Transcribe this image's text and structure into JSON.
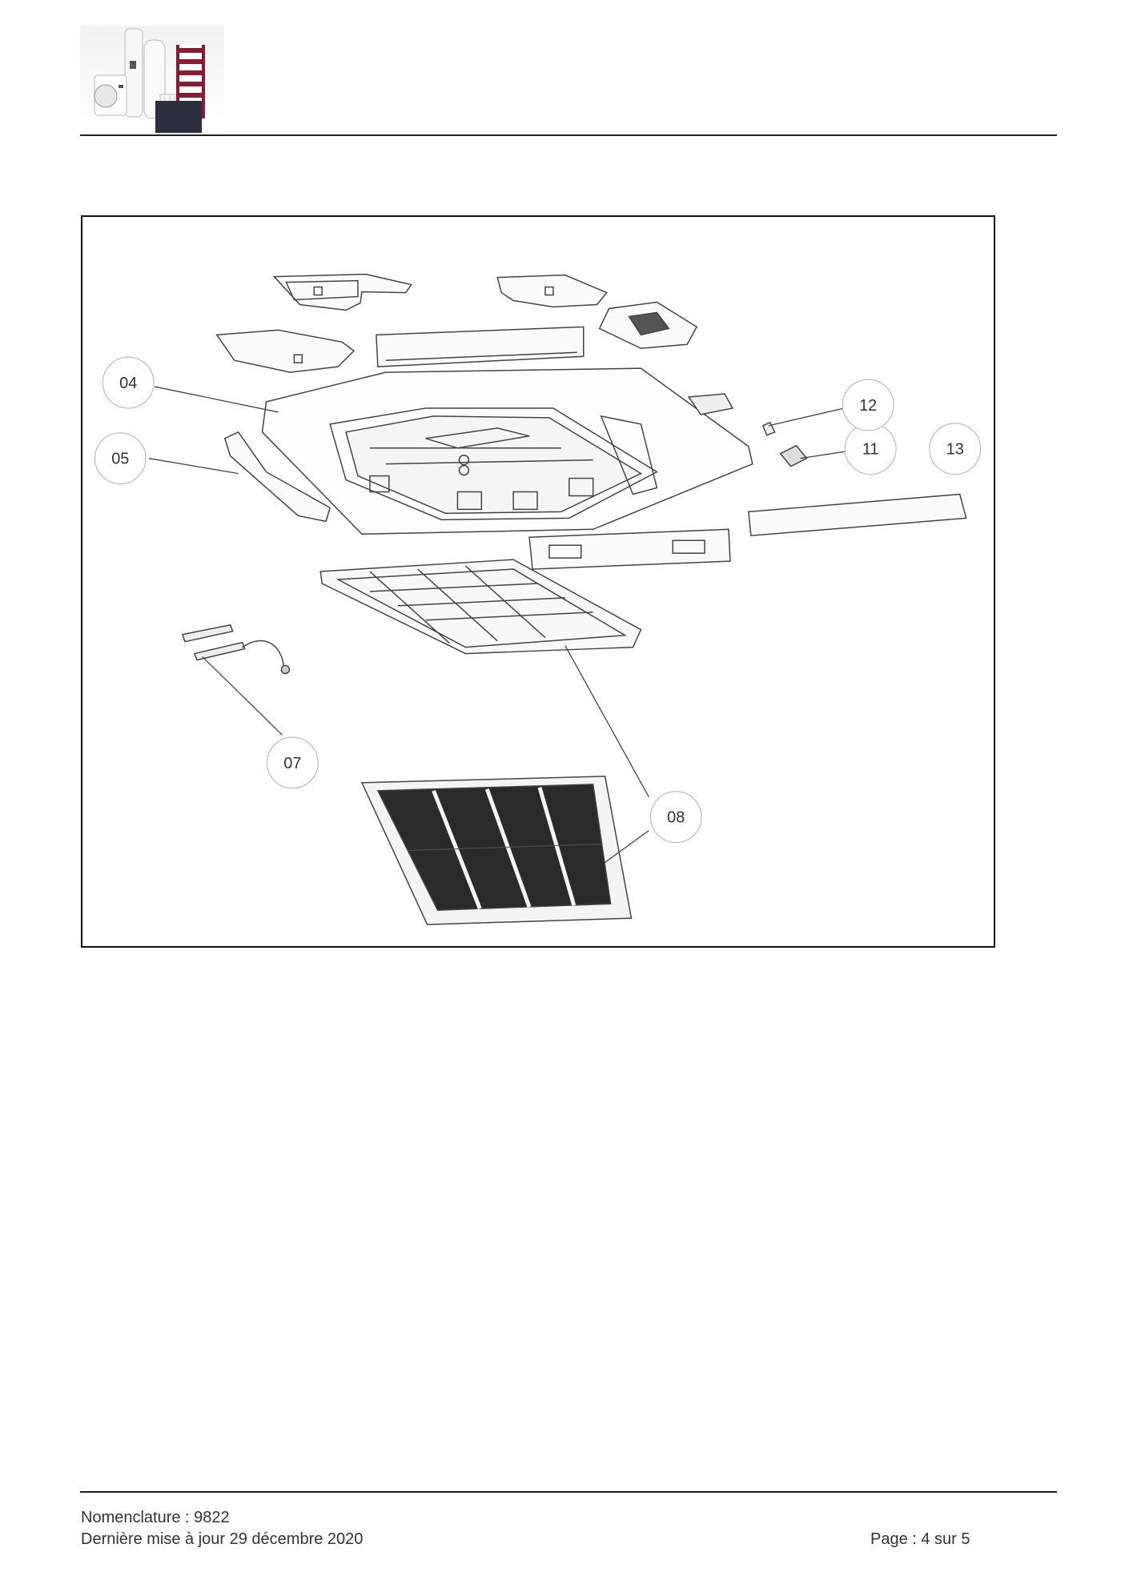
{
  "header": {
    "logo_icon": "product-range-logo",
    "brand_color": "#8b1a32"
  },
  "diagram": {
    "callouts": [
      "04",
      "05",
      "07",
      "08",
      "11",
      "12",
      "13"
    ]
  },
  "footer": {
    "nomenclature": "Nomenclature : 9822",
    "last_update": "Dernière mise à jour 29 décembre 2020",
    "page": "Page : 4 sur 5"
  }
}
